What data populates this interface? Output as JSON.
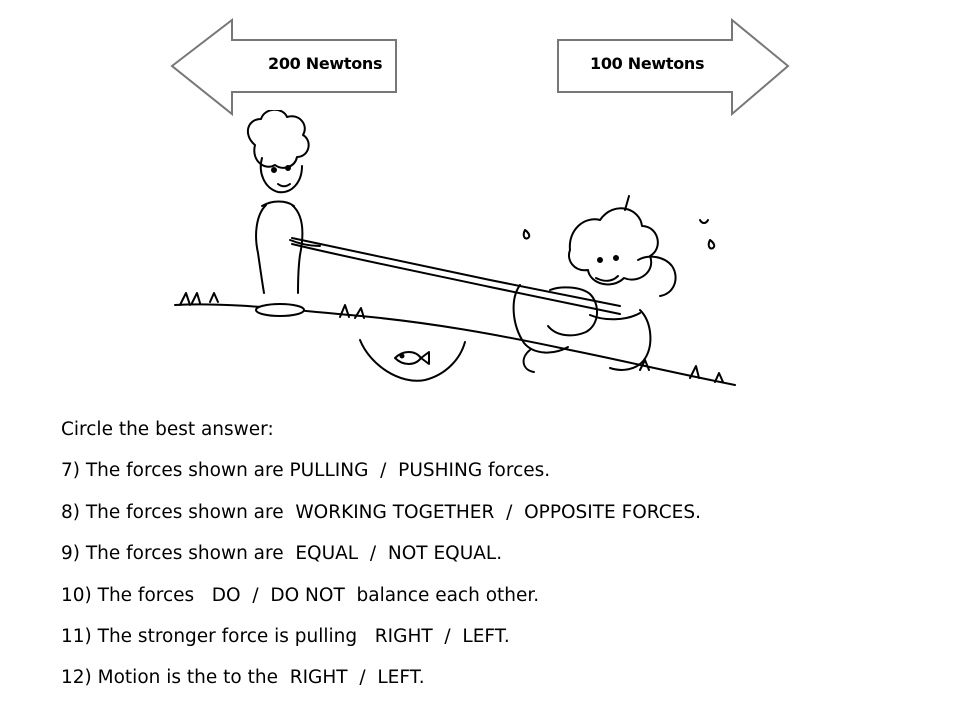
{
  "arrows": {
    "left": {
      "label": "200 Newtons",
      "icon": "left-arrow-icon"
    },
    "right": {
      "label": "100 Newtons",
      "icon": "right-arrow-icon"
    }
  },
  "illustration": {
    "name": "tug-of-war-illustration"
  },
  "instructions": "Circle the best answer:",
  "questions": [
    "7) The forces shown are PULLING  /  PUSHING forces.",
    "8) The forces shown are  WORKING TOGETHER  /  OPPOSITE FORCES.",
    "9) The forces shown are  EQUAL  /  NOT EQUAL.",
    "10) The forces   DO  /  DO NOT  balance each other.",
    "11) The stronger force is pulling   RIGHT  /  LEFT.",
    "12) Motion is the to the  RIGHT  /  LEFT."
  ]
}
